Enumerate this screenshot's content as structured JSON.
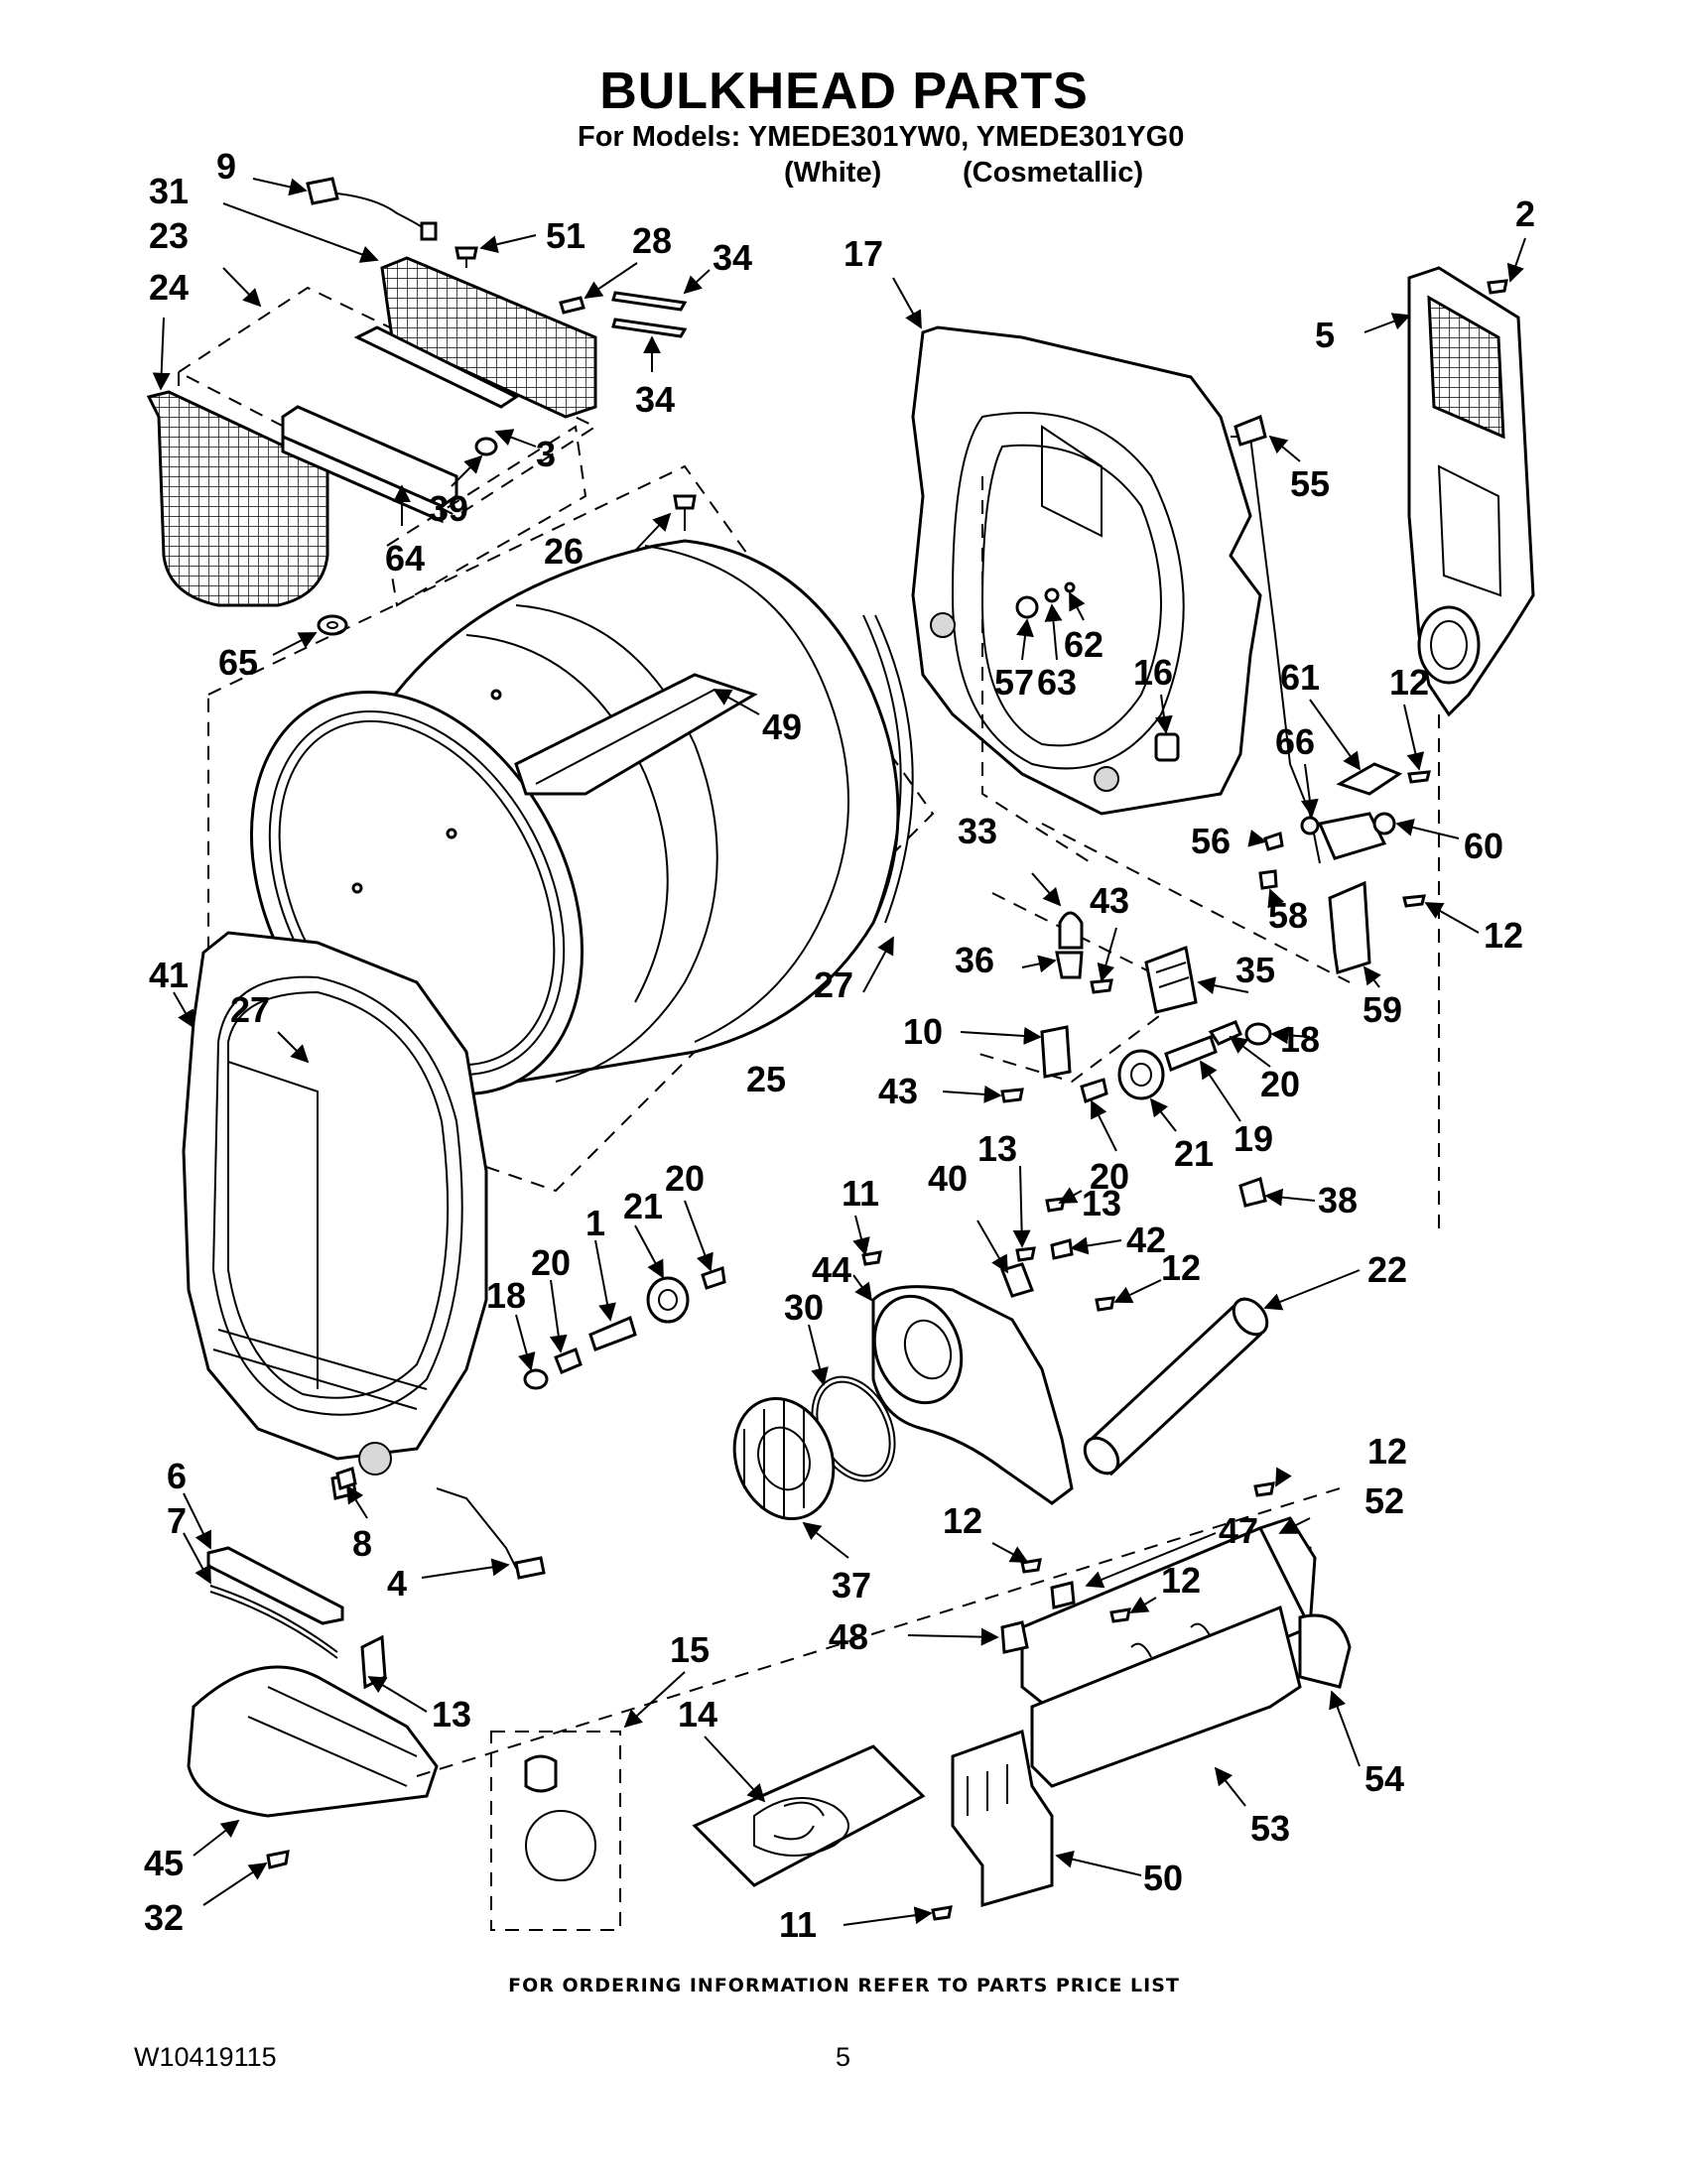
{
  "header": {
    "title": "BULKHEAD PARTS",
    "models_line": "For Models: YMEDE301YW0, YMEDE301YG0",
    "variant_white": "(White)",
    "variant_cosmetallic": "(Cosmetallic)"
  },
  "callouts": [
    "9",
    "31",
    "51",
    "28",
    "34",
    "34",
    "23",
    "24",
    "3",
    "39",
    "64",
    "65",
    "26",
    "49",
    "17",
    "55",
    "2",
    "5",
    "62",
    "57",
    "63",
    "16",
    "61",
    "12",
    "66",
    "56",
    "60",
    "58",
    "12",
    "59",
    "33",
    "43",
    "36",
    "35",
    "10",
    "43",
    "18",
    "20",
    "19",
    "21",
    "20",
    "27",
    "27",
    "25",
    "41",
    "40",
    "13",
    "13",
    "11",
    "42",
    "38",
    "12",
    "22",
    "44",
    "30",
    "18",
    "20",
    "1",
    "21",
    "20",
    "6",
    "8",
    "7",
    "4",
    "37",
    "12",
    "12",
    "52",
    "47",
    "12",
    "48",
    "13",
    "15",
    "14",
    "45",
    "32",
    "54",
    "53",
    "50",
    "11"
  ],
  "footer": {
    "ordering_note": "FOR ORDERING INFORMATION REFER TO PARTS PRICE LIST",
    "doc_number": "W10419115",
    "page_number": "5"
  }
}
